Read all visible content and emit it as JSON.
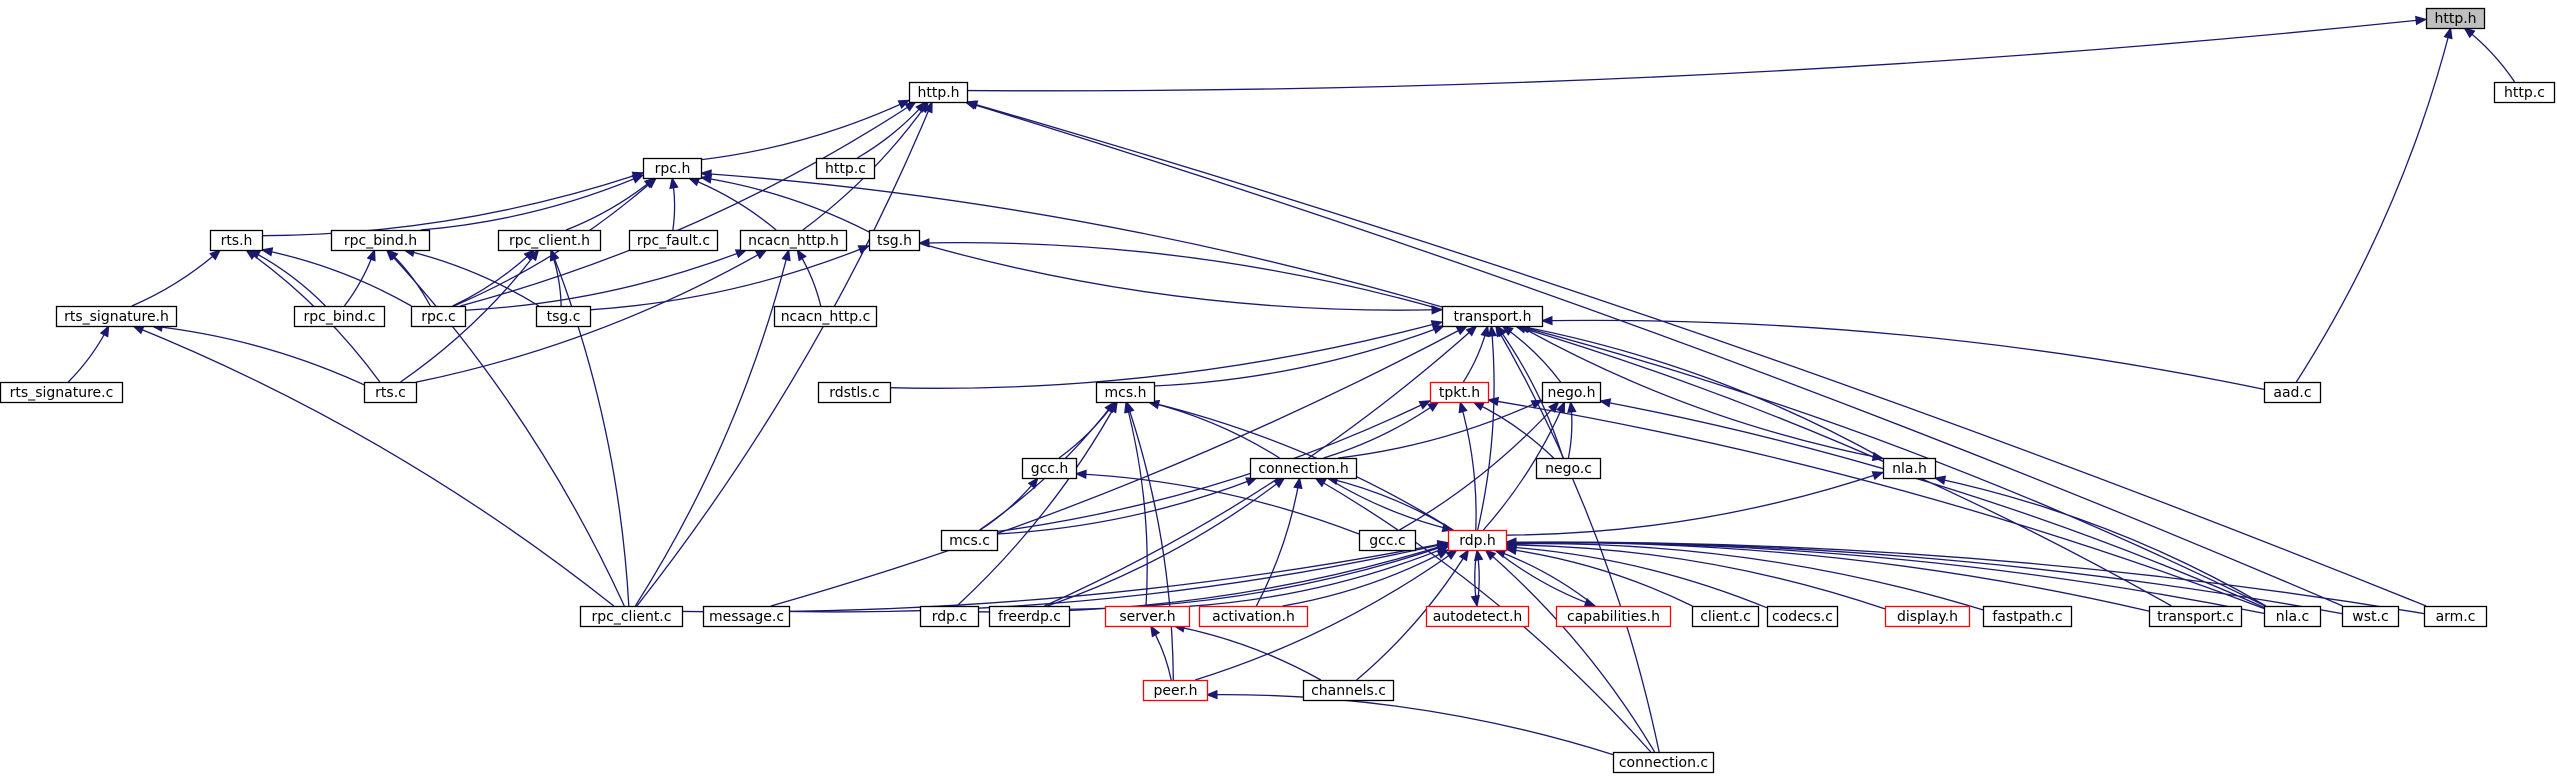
{
  "nodes": [
    {
      "id": "http_h_top",
      "label": "http.h",
      "current": true
    },
    {
      "id": "http_c_right",
      "label": "http.c"
    },
    {
      "id": "http_h",
      "label": "http.h"
    },
    {
      "id": "http_c",
      "label": "http.c"
    },
    {
      "id": "rpc_h",
      "label": "rpc.h"
    },
    {
      "id": "rts_h",
      "label": "rts.h"
    },
    {
      "id": "rpc_bind_h",
      "label": "rpc_bind.h"
    },
    {
      "id": "rpc_client_h",
      "label": "rpc_client.h"
    },
    {
      "id": "rpc_fault_c",
      "label": "rpc_fault.c"
    },
    {
      "id": "ncacn_http_h",
      "label": "ncacn_http.h"
    },
    {
      "id": "tsg_h",
      "label": "tsg.h"
    },
    {
      "id": "rts_signature_h",
      "label": "rts_signature.h"
    },
    {
      "id": "rpc_bind_c",
      "label": "rpc_bind.c"
    },
    {
      "id": "rpc_c",
      "label": "rpc.c"
    },
    {
      "id": "tsg_c",
      "label": "tsg.c"
    },
    {
      "id": "ncacn_http_c",
      "label": "ncacn_http.c"
    },
    {
      "id": "transport_h",
      "label": "transport.h"
    },
    {
      "id": "rts_signature_c",
      "label": "rts_signature.c"
    },
    {
      "id": "rts_c",
      "label": "rts.c"
    },
    {
      "id": "rdstls_c",
      "label": "rdstls.c"
    },
    {
      "id": "mcs_h",
      "label": "mcs.h"
    },
    {
      "id": "tpkt_h",
      "label": "tpkt.h",
      "red": true
    },
    {
      "id": "nego_h",
      "label": "nego.h"
    },
    {
      "id": "aad_c",
      "label": "aad.c"
    },
    {
      "id": "gcc_h",
      "label": "gcc.h"
    },
    {
      "id": "connection_h",
      "label": "connection.h"
    },
    {
      "id": "nego_c",
      "label": "nego.c"
    },
    {
      "id": "nla_h",
      "label": "nla.h"
    },
    {
      "id": "mcs_c",
      "label": "mcs.c"
    },
    {
      "id": "gcc_c",
      "label": "gcc.c"
    },
    {
      "id": "rdp_h",
      "label": "rdp.h",
      "red": true
    },
    {
      "id": "rpc_client_c",
      "label": "rpc_client.c"
    },
    {
      "id": "message_c",
      "label": "message.c"
    },
    {
      "id": "rdp_c",
      "label": "rdp.c"
    },
    {
      "id": "freerdp_c",
      "label": "freerdp.c"
    },
    {
      "id": "server_h",
      "label": "server.h",
      "red": true
    },
    {
      "id": "activation_h",
      "label": "activation.h",
      "red": true
    },
    {
      "id": "autodetect_h",
      "label": "autodetect.h",
      "red": true
    },
    {
      "id": "capabilities_h",
      "label": "capabilities.h",
      "red": true
    },
    {
      "id": "client_c",
      "label": "client.c"
    },
    {
      "id": "codecs_c",
      "label": "codecs.c"
    },
    {
      "id": "display_h",
      "label": "display.h",
      "red": true
    },
    {
      "id": "fastpath_c",
      "label": "fastpath.c"
    },
    {
      "id": "transport_c",
      "label": "transport.c"
    },
    {
      "id": "nla_c",
      "label": "nla.c"
    },
    {
      "id": "wst_c",
      "label": "wst.c"
    },
    {
      "id": "arm_c",
      "label": "arm.c"
    },
    {
      "id": "peer_h",
      "label": "peer.h",
      "red": true
    },
    {
      "id": "channels_c",
      "label": "channels.c"
    },
    {
      "id": "connection_c",
      "label": "connection.c"
    }
  ],
  "edges": [
    [
      "http_h_top",
      "http_h"
    ],
    [
      "http_h_top",
      "http_c_right"
    ],
    [
      "http_h_top",
      "aad_c"
    ],
    [
      "http_h",
      "http_c"
    ],
    [
      "http_h",
      "rpc_h"
    ],
    [
      "http_h",
      "ncacn_http_h"
    ],
    [
      "http_h",
      "rpc_c"
    ],
    [
      "http_h",
      "rpc_client_c"
    ],
    [
      "http_h",
      "wst_c"
    ],
    [
      "http_h",
      "arm_c"
    ],
    [
      "rpc_h",
      "rts_h"
    ],
    [
      "rpc_h",
      "rpc_bind_h"
    ],
    [
      "rpc_h",
      "rpc_client_h"
    ],
    [
      "rpc_h",
      "rpc_fault_c"
    ],
    [
      "rpc_h",
      "ncacn_http_h"
    ],
    [
      "rpc_h",
      "tsg_h"
    ],
    [
      "rpc_h",
      "rpc_c"
    ],
    [
      "rpc_h",
      "transport_h"
    ],
    [
      "rts_h",
      "rts_signature_h"
    ],
    [
      "rts_h",
      "rpc_bind_c"
    ],
    [
      "rts_h",
      "rpc_c"
    ],
    [
      "rts_h",
      "rts_c"
    ],
    [
      "rpc_bind_h",
      "rpc_bind_c"
    ],
    [
      "rpc_bind_h",
      "rpc_c"
    ],
    [
      "rpc_bind_h",
      "tsg_c"
    ],
    [
      "rpc_bind_h",
      "rpc_client_c"
    ],
    [
      "rpc_client_h",
      "rpc_c"
    ],
    [
      "rpc_client_h",
      "tsg_c"
    ],
    [
      "rpc_client_h",
      "rts_c"
    ],
    [
      "rpc_client_h",
      "rpc_client_c"
    ],
    [
      "ncacn_http_h",
      "ncacn_http_c"
    ],
    [
      "ncacn_http_h",
      "rpc_c"
    ],
    [
      "ncacn_http_h",
      "rts_c"
    ],
    [
      "ncacn_http_h",
      "rpc_client_c"
    ],
    [
      "tsg_h",
      "tsg_c"
    ],
    [
      "tsg_h",
      "transport_h"
    ],
    [
      "rts_signature_h",
      "rts_signature_c"
    ],
    [
      "rts_signature_h",
      "rts_c"
    ],
    [
      "rts_signature_h",
      "rpc_client_c"
    ],
    [
      "transport_h",
      "tsg_h"
    ],
    [
      "transport_h",
      "rdstls_c"
    ],
    [
      "transport_h",
      "mcs_h"
    ],
    [
      "transport_h",
      "tpkt_h"
    ],
    [
      "transport_h",
      "nego_h"
    ],
    [
      "transport_h",
      "nego_c"
    ],
    [
      "transport_h",
      "nla_h"
    ],
    [
      "transport_h",
      "aad_c"
    ],
    [
      "transport_h",
      "message_c"
    ],
    [
      "transport_h",
      "freerdp_c"
    ],
    [
      "transport_h",
      "rdp_h"
    ],
    [
      "transport_h",
      "transport_c"
    ],
    [
      "transport_h",
      "nla_c"
    ],
    [
      "transport_h",
      "connection_c"
    ],
    [
      "mcs_h",
      "gcc_h"
    ],
    [
      "mcs_h",
      "connection_h"
    ],
    [
      "mcs_h",
      "mcs_c"
    ],
    [
      "mcs_h",
      "rdp_h"
    ],
    [
      "mcs_h",
      "rdp_c"
    ],
    [
      "mcs_h",
      "server_h"
    ],
    [
      "mcs_h",
      "peer_h"
    ],
    [
      "tpkt_h",
      "connection_h"
    ],
    [
      "tpkt_h",
      "nego_c"
    ],
    [
      "tpkt_h",
      "rdp_h"
    ],
    [
      "tpkt_h",
      "mcs_c"
    ],
    [
      "tpkt_h",
      "nla_c"
    ],
    [
      "nego_h",
      "connection_h"
    ],
    [
      "nego_h",
      "nego_c"
    ],
    [
      "nego_h",
      "rdp_h"
    ],
    [
      "nego_h",
      "gcc_c"
    ],
    [
      "nego_h",
      "nla_c"
    ],
    [
      "gcc_h",
      "mcs_c"
    ],
    [
      "gcc_h",
      "gcc_c"
    ],
    [
      "connection_h",
      "mcs_c"
    ],
    [
      "connection_h",
      "rdp_h"
    ],
    [
      "connection_h",
      "freerdp_c"
    ],
    [
      "connection_h",
      "activation_h"
    ],
    [
      "connection_h",
      "connection_c"
    ],
    [
      "nla_h",
      "transport_h"
    ],
    [
      "nla_h",
      "rdp_h"
    ],
    [
      "nla_h",
      "nla_c"
    ],
    [
      "rdp_h",
      "connection_h"
    ],
    [
      "rdp_h",
      "rpc_client_c"
    ],
    [
      "rdp_h",
      "message_c"
    ],
    [
      "rdp_h",
      "rdp_c"
    ],
    [
      "rdp_h",
      "freerdp_c"
    ],
    [
      "rdp_h",
      "server_h"
    ],
    [
      "rdp_h",
      "activation_h"
    ],
    [
      "rdp_h",
      "autodetect_h"
    ],
    [
      "rdp_h",
      "capabilities_h"
    ],
    [
      "rdp_h",
      "client_c"
    ],
    [
      "rdp_h",
      "codecs_c"
    ],
    [
      "rdp_h",
      "display_h"
    ],
    [
      "rdp_h",
      "fastpath_c"
    ],
    [
      "rdp_h",
      "transport_c"
    ],
    [
      "rdp_h",
      "nla_c"
    ],
    [
      "rdp_h",
      "wst_c"
    ],
    [
      "rdp_h",
      "arm_c"
    ],
    [
      "rdp_h",
      "peer_h"
    ],
    [
      "rdp_h",
      "channels_c"
    ],
    [
      "rdp_h",
      "connection_c"
    ],
    [
      "autodetect_h",
      "rdp_h"
    ],
    [
      "capabilities_h",
      "rdp_h"
    ],
    [
      "server_h",
      "peer_h"
    ],
    [
      "server_h",
      "channels_c"
    ],
    [
      "peer_h",
      "connection_c"
    ]
  ]
}
